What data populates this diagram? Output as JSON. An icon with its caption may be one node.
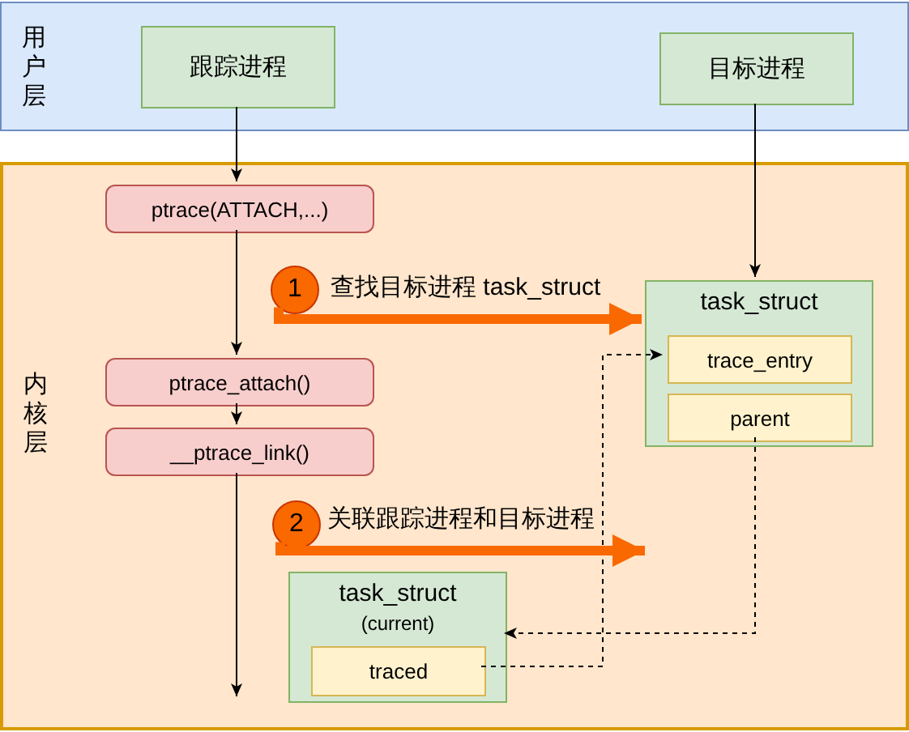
{
  "diagram": {
    "nodes": [
      {
        "text": [
          "用户层"
        ]
      },
      {
        "text": [
          "跟踪进程"
        ],
        "in": 0
      },
      {
        "text": [
          "目标进程"
        ],
        "in": 0
      },
      {
        "text": [
          "内核层"
        ]
      },
      {
        "text": [
          "ptrace(ATTACH,...)"
        ],
        "in": 3
      },
      {
        "text": [
          "1"
        ],
        "in": 3,
        "beside": [
          "查找目标进程 task_struct"
        ]
      },
      {
        "text": [
          "task_struct"
        ],
        "in": 3
      },
      {
        "text": [
          "trace_entry"
        ],
        "in": 6
      },
      {
        "text": [
          "parent"
        ],
        "in": 6
      },
      {
        "text": [
          "ptrace_attach()"
        ],
        "in": 3
      },
      {
        "text": [
          "__ptrace_link()"
        ],
        "in": 3
      },
      {
        "text": [
          "2"
        ],
        "in": 3,
        "beside": [
          "关联跟踪进程和目标进程"
        ]
      },
      {
        "text": [
          "task_struct",
          "(current)"
        ],
        "in": 3
      },
      {
        "text": [
          "traced"
        ],
        "in": 12
      }
    ],
    "edges": [
      {
        "from": 1,
        "to": 4,
        "arrow": "to"
      },
      {
        "from": 4,
        "to": 9,
        "arrow": "to"
      },
      {
        "from": 9,
        "to": 10,
        "arrow": "to"
      },
      {
        "from": 10,
        "to": null,
        "arrow": "to"
      },
      {
        "from": 2,
        "to": 6,
        "arrow": "to"
      },
      {
        "from": 5,
        "to": 6,
        "arrow": "to",
        "style": "thick",
        "color": "#fa6800"
      },
      {
        "from": 8,
        "to": 12,
        "arrow": "to",
        "style": "dashed"
      },
      {
        "from": 13,
        "to": 7,
        "arrow": "to",
        "style": "dashed"
      },
      {
        "from": 11,
        "to": null,
        "arrow": "to",
        "style": "thick",
        "color": "#fa6800"
      }
    ]
  }
}
